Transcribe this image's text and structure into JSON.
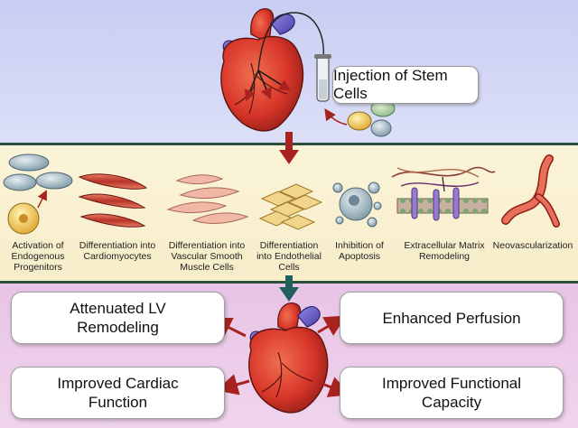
{
  "injection": {
    "label": "Injection of Stem Cells"
  },
  "mechanisms": [
    {
      "id": "activation",
      "label": "Activation of\nEndogenous\nProgenitors"
    },
    {
      "id": "cardiomyocytes",
      "label": "Differentiation into\nCardiomyocytes"
    },
    {
      "id": "smooth-muscle",
      "label": "Differentiation into\nVascular Smooth\nMuscle Cells"
    },
    {
      "id": "endothelial",
      "label": "Differentiation\ninto Endothelial\nCells"
    },
    {
      "id": "apoptosis",
      "label": "Inhibition of\nApoptosis"
    },
    {
      "id": "ecm",
      "label": "Extracellular Matrix\nRemodeling"
    },
    {
      "id": "neovascularization",
      "label": "Neovascularization"
    }
  ],
  "outcomes": {
    "lv_remodeling": "Attenuated LV\nRemodeling",
    "perfusion": "Enhanced Perfusion",
    "cardiac_function": "Improved Cardiac\nFunction",
    "functional_capacity": "Improved Functional\nCapacity"
  },
  "colors": {
    "top_panel": "#c9cdf2",
    "middle_panel": "#fbf4d8",
    "bottom_panel": "#e8c4e6",
    "divider": "#2d4f3f",
    "arrow_red": "#a8231f",
    "arrow_teal": "#1f5f5f",
    "heart_red": "#d8362a",
    "heart_blue": "#6a5cc8"
  }
}
